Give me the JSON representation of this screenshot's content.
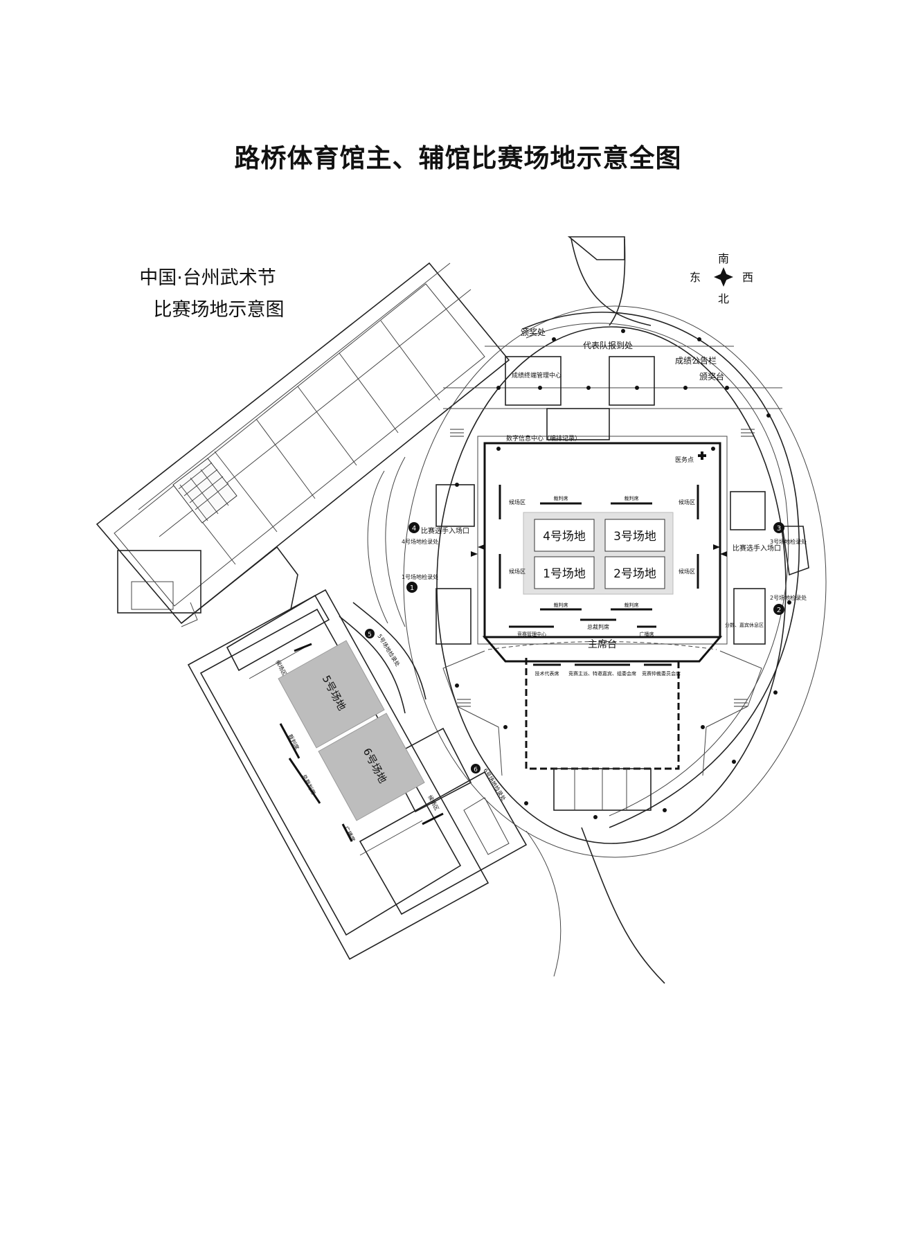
{
  "page_title": "路桥体育馆主、辅馆比赛场地示意全图",
  "map_title_line1": "中国·台州武术节",
  "map_title_line2": "比赛场地示意图",
  "compass": {
    "north": "北",
    "south": "南",
    "east": "东",
    "west": "西"
  },
  "courts": {
    "c4": "4号场地",
    "c3": "3号场地",
    "c1": "1号场地",
    "c2": "2号场地",
    "c5": "5号场地",
    "c6": "6号场地"
  },
  "areas": {
    "awards": "颁奖处",
    "team_registration": "代表队报到处",
    "results_board": "成绩公告栏",
    "podium": "颁奖台",
    "results_terminal": "成绩终端管理中心",
    "data_center": "数字信息中心（编排记录）",
    "medical": "医务点",
    "main_stand": "主席台",
    "chief_judge": "总裁判席",
    "competition_mgmt": "竞赛管理中心",
    "broadcast": "广播席",
    "referee_table": "裁判席",
    "warmup": "候场区",
    "athlete_entrance": "比赛选手入场口",
    "tech_delegate": "技术代表席",
    "vip_guests": "竞赛主派、特邀嘉宾、组委会席",
    "jury": "竞赛仲裁委员会席",
    "score_zone": "分数、嘉宾休息区"
  },
  "checkpoints": {
    "p1": "1号场地检录处",
    "p2": "2号场地检录处",
    "p3": "3号场地检录处",
    "p4": "4号场地检录处",
    "p5": "5号场地检录处",
    "p6": "6号场地检录处"
  },
  "markers": {
    "m1": "1",
    "m2": "2",
    "m3": "3",
    "m4": "4",
    "m5": "5",
    "m6": "6"
  },
  "court_fill": "#bdbdbd",
  "pad_fill": "#e2e2e2"
}
